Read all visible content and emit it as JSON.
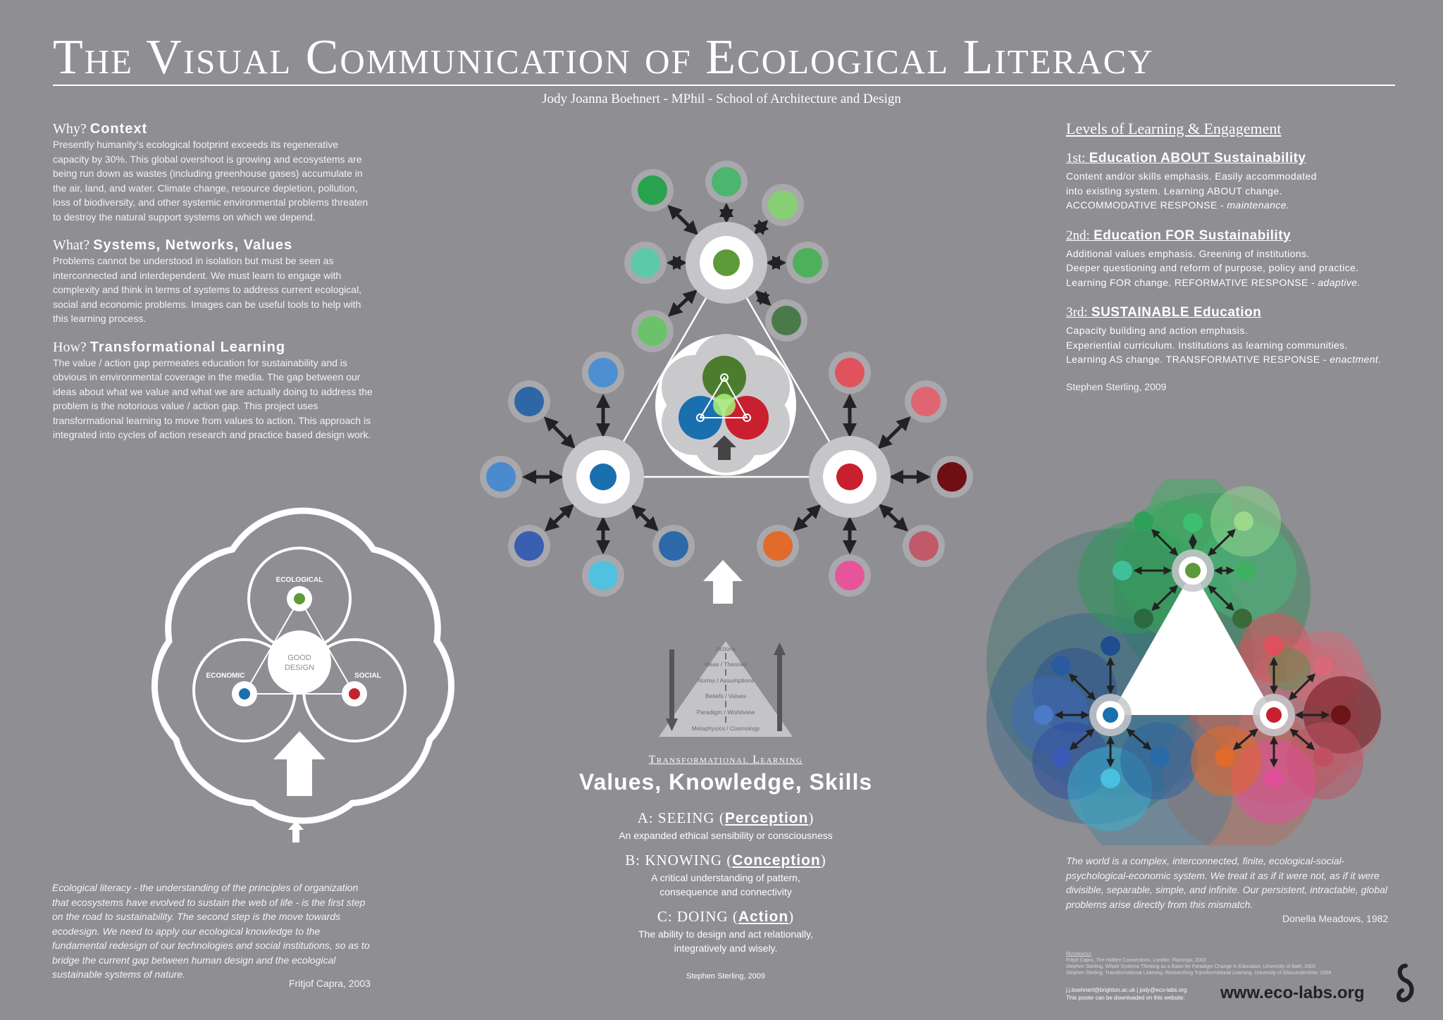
{
  "header": {
    "title": "The Visual Communication of Ecological Literacy",
    "subtitle": "Jody Joanna Boehnert - MPhil - School of Architecture and Design"
  },
  "left": {
    "sections": [
      {
        "prefix": "Why?",
        "heading": "Context",
        "body": "Presently humanity's ecological footprint exceeds its regenerative capacity by 30%. This global overshoot is growing and ecosystems are being run down as wastes (including greenhouse gases) accumulate in the air, land, and water. Climate change, resource depletion, pollution, loss of biodiversity, and other systemic environmental problems threaten to destroy the natural support systems on which we depend."
      },
      {
        "prefix": "What?",
        "heading": "Systems, Networks, Values",
        "body": "Problems cannot be understood in isolation but must be seen as interconnected and interdependent. We must learn to engage with complexity and think in terms of systems to address current ecological, social and economic problems. Images can be useful tools to help with this learning process."
      },
      {
        "prefix": "How?",
        "heading": "Transformational Learning",
        "body": "The value / action gap permeates education for sustainability and is obvious in environmental coverage in the media. The gap between our ideas about what we value and what we are actually doing to address the problem is the notorious value / action gap. This project uses transformational learning to move from values to action. This approach is integrated into cycles of action research and practice based design work."
      }
    ],
    "diagram": {
      "ecological": "ECOLOGICAL",
      "economic": "ECONOMIC",
      "social": "SOCIAL",
      "good_design_1": "GOOD",
      "good_design_2": "DESIGN"
    },
    "quote": "Ecological literacy - the understanding of the principles of organization that ecosystems have evolved to sustain the web of life - is the first step on the road to sustainability. The second step is the move towards ecodesign. We need to apply our ecological knowledge to the fundamental redesign of our technologies and social institutions, so as to bridge the current gap between human design and the ecological sustainable systems of nature.",
    "quote_author": "Fritjof Capra, 2003"
  },
  "center": {
    "pyramid": [
      "Actions",
      "Ideas / Theories",
      "Norms / Assumptions",
      "Beliefs / Values",
      "Paradigm / Worldview",
      "Metaphysics / Cosmology"
    ],
    "tl_label": "Transformational Learning",
    "tl_title": "Values, Knowledge, Skills",
    "items": [
      {
        "head": "A: SEEING",
        "key": "Perception",
        "desc": "An expanded ethical sensibility or consciousness"
      },
      {
        "head": "B: KNOWING",
        "key": "Conception",
        "desc": "A critical understanding of pattern, consequence and connectivity"
      },
      {
        "head": "C: DOING",
        "key": "Action",
        "desc": "The ability to design and act relationally, integratively and wisely."
      }
    ],
    "credit": "Stephen Sterling, 2009",
    "colors": {
      "green": "#5e9a3a",
      "blue": "#1a6faf",
      "red": "#c8202e"
    }
  },
  "right": {
    "heading": "Levels of Learning & Engagement",
    "levels": [
      {
        "ord": "1st:",
        "title": "Education ABOUT Sustainability",
        "lines": [
          "Content and/or skills emphasis. Easily accommodated",
          "into existing system. Learning ABOUT change.",
          "ACCOMMODATIVE RESPONSE - "
        ],
        "em": "maintenance."
      },
      {
        "ord": "2nd:",
        "title": "Education FOR Sustainability",
        "lines": [
          "Additional values emphasis. Greening of institutions.",
          "Deeper questioning and reform of purpose, policy and practice.",
          "Learning FOR change. REFORMATIVE RESPONSE - "
        ],
        "em": "adaptive."
      },
      {
        "ord": "3rd:",
        "title": "SUSTAINABLE Education",
        "lines": [
          "Capacity building and action emphasis.",
          "Experiential curriculum. Institutions as learning communities.",
          "Learning AS change. TRANSFORMATIVE RESPONSE - "
        ],
        "em": "enactment."
      }
    ],
    "credit": "Stephen Sterling, 2009",
    "quote": "The world is a complex, interconnected, finite, ecological-social-psychological-economic system. We treat it as if it were not, as if it were divisible, separable, simple, and infinite. Our persistent, intractable, global problems arise directly from this mismatch.",
    "quote_author": "Donella Meadows, 1982",
    "refs_label": "References",
    "refs": [
      "Fritjof Capra, The Hidden Connections. London: Flamingo, 2003",
      "Stephen Sterling, Whole Systems Thinking as a Basis for Paradigm Change in Education. University of Bath, 2003",
      "Stephen Sterling, Transformational Learning. Researching Transformational Learning. University of Gloucestershire, 2009"
    ],
    "contact": "j.j.boehnert@brighton.ac.uk | jody@eco-labs.org",
    "download": "This poster can be downloaded on this website:",
    "website": "www.eco-labs.org"
  }
}
